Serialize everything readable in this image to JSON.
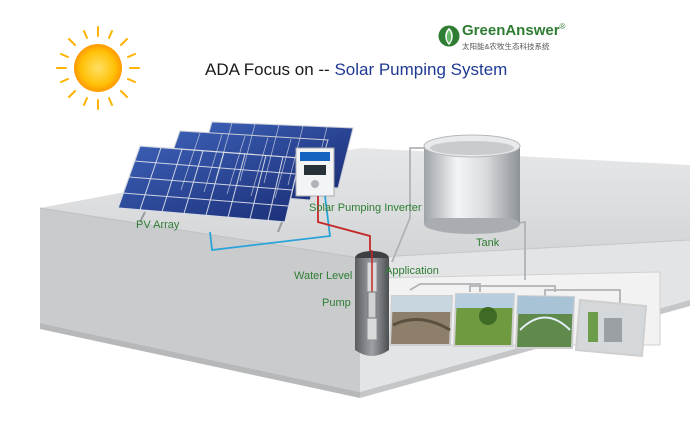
{
  "title": {
    "prefix": "ADA Focus on -- ",
    "highlight": "Solar Pumping System"
  },
  "logo": {
    "brand": "GreenAnswer",
    "registered": "®",
    "tagline": "太阳能&农牧生态科技系统"
  },
  "labels": {
    "pv_array": "PV Array",
    "inverter": "Solar Pumping Inverter",
    "tank": "Tank",
    "water_level": "Water Level",
    "application": "Application",
    "pump": "Pump"
  },
  "colors": {
    "brand_green": "#2e7d32",
    "title_blue": "#1f3a93",
    "cable_red": "#c62828",
    "cable_blue": "#2aa4d8"
  }
}
